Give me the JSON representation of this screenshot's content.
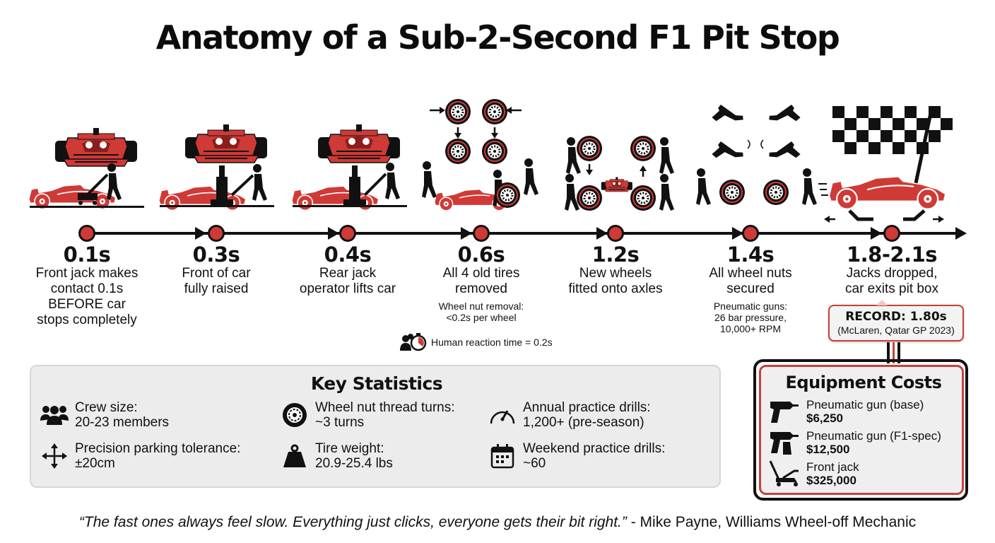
{
  "title": "Anatomy of a Sub-2-Second F1 Pit Stop",
  "colors": {
    "accent_red": "#cf3a36",
    "callout_border": "#c8413c",
    "ink": "#111111",
    "panel_bg": "#ececec"
  },
  "timeline": {
    "steps": [
      {
        "time": "0.1s",
        "description": "Front jack makes\ncontact 0.1s\nBEFORE car\nstops completely",
        "note": "",
        "illustration": "front-jack-contact"
      },
      {
        "time": "0.3s",
        "description": "Front of car\nfully raised",
        "note": "",
        "illustration": "front-raised"
      },
      {
        "time": "0.4s",
        "description": "Rear jack\noperator lifts car",
        "note": "",
        "illustration": "rear-jack-lift"
      },
      {
        "time": "0.6s",
        "description": "All 4 old tires\nremoved",
        "note": "Wheel nut removal:\n<0.2s per wheel",
        "illustration": "tires-removed"
      },
      {
        "time": "1.2s",
        "description": "New wheels\nfitted onto axles",
        "note": "",
        "illustration": "wheels-fitted"
      },
      {
        "time": "1.4s",
        "description": "All wheel nuts\nsecured",
        "note": "Pneumatic guns:\n26 bar pressure,\n10,000+ RPM",
        "illustration": "nuts-secured"
      },
      {
        "time": "1.8-2.1s",
        "description": "Jacks dropped,\ncar exits pit box",
        "note": "",
        "illustration": "car-exits"
      }
    ],
    "reaction_note": "Human reaction time = 0.2s"
  },
  "record": {
    "title": "RECORD: 1.80s",
    "subtitle": "(McLaren, Qatar GP 2023)"
  },
  "key_statistics": {
    "title": "Key Statistics",
    "items": [
      {
        "icon": "crew-icon",
        "label": "Crew size:",
        "value": "20-23 members"
      },
      {
        "icon": "move-arrows-icon",
        "label": "Precision parking tolerance:",
        "value": "±20cm"
      },
      {
        "icon": "wheel-icon",
        "label": "Wheel nut thread turns:",
        "value": "~3 turns"
      },
      {
        "icon": "weight-icon",
        "label": "Tire weight:",
        "value": "20.9-25.4 lbs"
      },
      {
        "icon": "gauge-icon",
        "label": "Annual practice drills:",
        "value": "1,200+ (pre-season)"
      },
      {
        "icon": "calendar-icon",
        "label": "Weekend practice drills:",
        "value": "~60"
      }
    ]
  },
  "equipment_costs": {
    "title": "Equipment Costs",
    "items": [
      {
        "icon": "pneumatic-gun-icon",
        "name": "Pneumatic gun (base)",
        "price": "$6,250"
      },
      {
        "icon": "pneumatic-gun-f1-icon",
        "name": "Pneumatic gun (F1-spec)",
        "price": "$12,500"
      },
      {
        "icon": "jack-icon",
        "name": "Front jack",
        "price": "$325,000"
      }
    ]
  },
  "quote": {
    "text": "“The fast ones always feel slow. Everything just clicks, everyone gets their bit right.”",
    "attribution": " - Mike Payne, Williams Wheel-off Mechanic"
  }
}
